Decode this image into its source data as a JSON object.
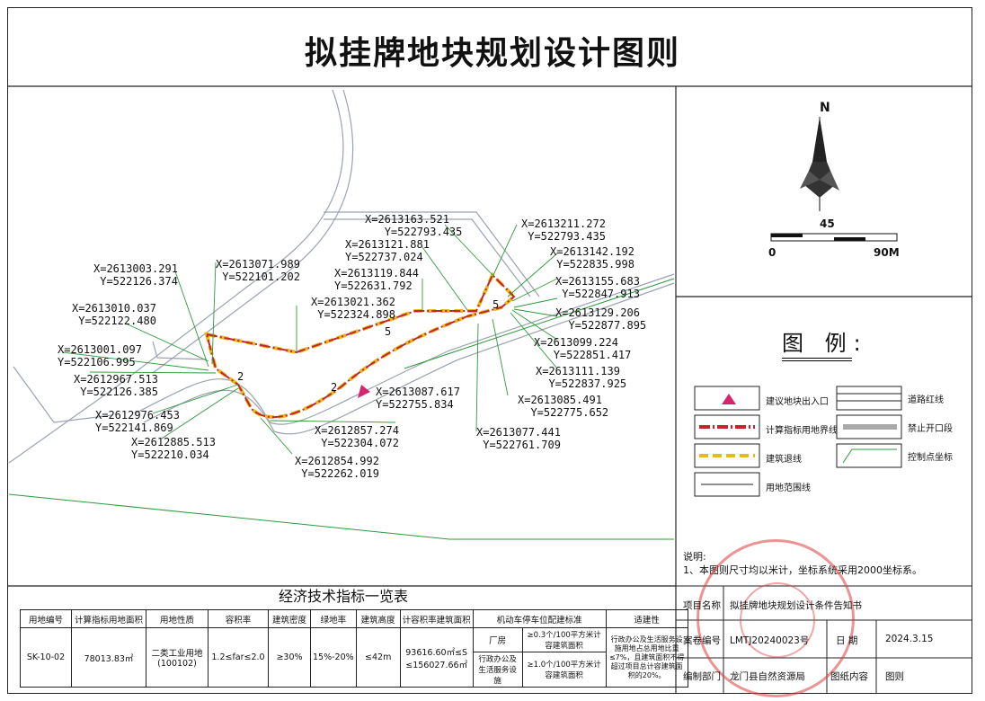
{
  "title": "拟挂牌地块规划设计图则",
  "coords": [
    {
      "x": "X=2613003.291",
      "y": "Y=522126.374"
    },
    {
      "x": "X=2613071.989",
      "y": "Y=522101.202"
    },
    {
      "x": "X=2613010.037",
      "y": "Y=522122.480"
    },
    {
      "x": "X=2613001.097",
      "y": "Y=522106.995"
    },
    {
      "x": "X=2612967.513",
      "y": "Y=522126.385"
    },
    {
      "x": "X=2612976.453",
      "y": "Y=522141.869"
    },
    {
      "x": "X=2612885.513",
      "y": "Y=522210.034"
    },
    {
      "x": "X=2612854.992",
      "y": "Y=522262.019"
    },
    {
      "x": "X=2612857.274",
      "y": "Y=522304.072"
    },
    {
      "x": "X=2613021.362",
      "y": "Y=522324.898"
    },
    {
      "x": "X=2613119.844",
      "y": "Y=522631.792"
    },
    {
      "x": "X=2613121.881",
      "y": "Y=522737.024"
    },
    {
      "x": "X=2613163.521",
      "y": "Y=522793.435"
    },
    {
      "x": "X=2613087.617",
      "y": "Y=522755.834"
    },
    {
      "x": "X=2613077.441",
      "y": "Y=522761.709"
    },
    {
      "x": "X=2613085.491",
      "y": "Y=522775.652"
    },
    {
      "x": "X=2613111.139",
      "y": "Y=522837.925"
    },
    {
      "x": "X=2613099.224",
      "y": "Y=522851.417"
    },
    {
      "x": "X=2613129.206",
      "y": "Y=522877.895"
    },
    {
      "x": "X=2613155.683",
      "y": "Y=522847.913"
    },
    {
      "x": "X=2613142.192",
      "y": "Y=522835.998"
    },
    {
      "x": "X=2613211.272",
      "y": "Y=522793.435"
    }
  ],
  "dims": {
    "a": "2",
    "b": "5",
    "c": "2",
    "d": "5"
  },
  "compass": {
    "north": "N"
  },
  "scale": {
    "mid": "45",
    "start": "0",
    "end": "90M"
  },
  "legend": {
    "title": "图 例:",
    "items": [
      {
        "label": "建议地块出入口"
      },
      {
        "label": "道路红线"
      },
      {
        "label": "计算指标用地界线"
      },
      {
        "label": "禁止开口段"
      },
      {
        "label": "建筑退线"
      },
      {
        "label": "控制点坐标"
      },
      {
        "label": "用地范围线"
      }
    ]
  },
  "notes": {
    "title": "说明:",
    "line1": "1、本图则尺寸均以米计，坐标系统采用2000坐标系。"
  },
  "table": {
    "title": "经济技术指标一览表",
    "headers": [
      "用地编号",
      "计算指标用地面积",
      "用地性质",
      "容积率",
      "建筑密度",
      "绿地率",
      "建筑高度",
      "计容积率建筑面积",
      "机动车停车位配建标准",
      "适建性"
    ],
    "row": {
      "id": "SK-10-02",
      "area": "78013.83㎡",
      "use1": "二类工业用地",
      "use2": "(100102)",
      "far": "1.2≤far≤2.0",
      "density": "≥30%",
      "green": "15%-20%",
      "height": "≤42m",
      "gfa1": "93616.60㎡≤S",
      "gfa2": "≤156027.66㎡",
      "park_a_type": "厂房",
      "park_a_std": "≥0.3个/100平方米计容建筑面积",
      "park_b_type": "行政办公及生活服务设施",
      "park_b_std": "≥1.0个/100平方米计容建筑面积",
      "suit": "行政办公及生活服务设施用地占总用地比重≤7%，且建筑面积不得超过项目总计容建筑面积的20%。"
    }
  },
  "project": {
    "name_label": "项目名称",
    "name": "拟挂牌地块规划设计条件告知书",
    "case_label": "案卷编号",
    "case": "LMTJ20240023号",
    "date_label": "日 期",
    "date": "2024.3.15",
    "dept_label": "编制部门",
    "dept": "龙门县自然资源局",
    "content_label": "图纸内容",
    "content": "图则"
  }
}
